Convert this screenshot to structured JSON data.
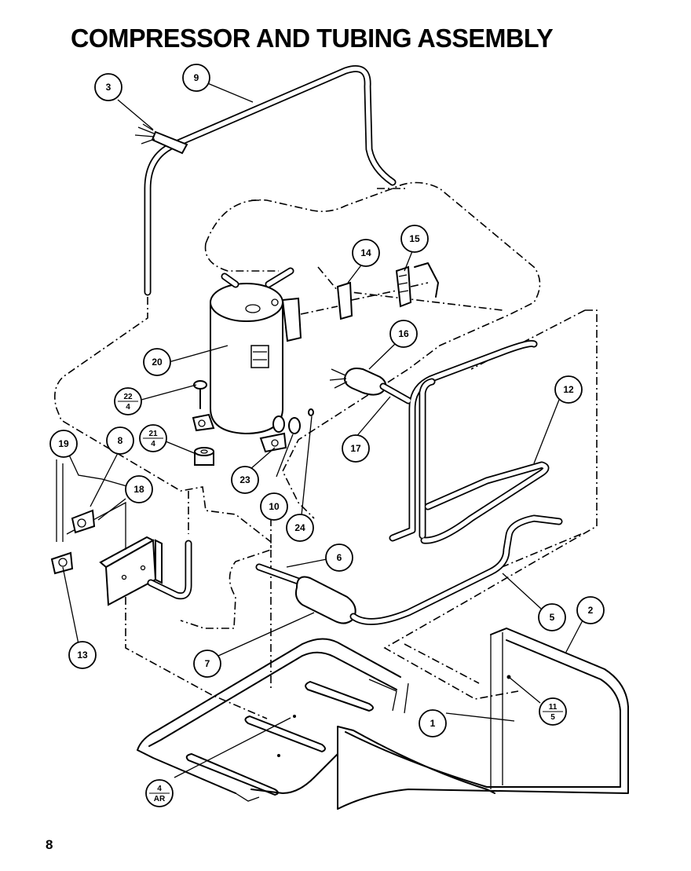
{
  "title": "COMPRESSOR AND TUBING ASSEMBLY",
  "page_number": "8",
  "callouts": [
    {
      "id": "c3",
      "label": "3"
    },
    {
      "id": "c9",
      "label": "9"
    },
    {
      "id": "c14",
      "label": "14"
    },
    {
      "id": "c15",
      "label": "15"
    },
    {
      "id": "c16",
      "label": "16"
    },
    {
      "id": "c20",
      "label": "20"
    },
    {
      "id": "c12",
      "label": "12"
    },
    {
      "id": "c17",
      "label": "17"
    },
    {
      "id": "c22",
      "label": "22",
      "sub": "4"
    },
    {
      "id": "c21",
      "label": "21",
      "sub": "4"
    },
    {
      "id": "c8",
      "label": "8"
    },
    {
      "id": "c19",
      "label": "19"
    },
    {
      "id": "c18",
      "label": "18"
    },
    {
      "id": "c23",
      "label": "23"
    },
    {
      "id": "c10",
      "label": "10"
    },
    {
      "id": "c24",
      "label": "24"
    },
    {
      "id": "c6",
      "label": "6"
    },
    {
      "id": "c5",
      "label": "5"
    },
    {
      "id": "c2",
      "label": "2"
    },
    {
      "id": "c13",
      "label": "13"
    },
    {
      "id": "c7",
      "label": "7"
    },
    {
      "id": "c11",
      "label": "11",
      "sub": "5"
    },
    {
      "id": "c1",
      "label": "1"
    },
    {
      "id": "c4",
      "label": "4",
      "sub": "AR"
    }
  ]
}
